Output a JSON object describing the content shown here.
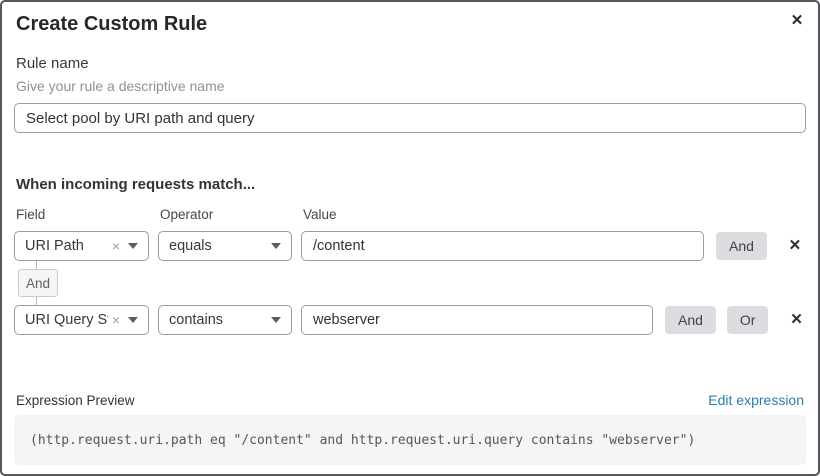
{
  "dialog": {
    "title": "Create Custom Rule",
    "close_glyph": "✕"
  },
  "rule_name": {
    "label": "Rule name",
    "description": "Give your rule a descriptive name",
    "value": "Select pool by URI path and query"
  },
  "match": {
    "heading": "When incoming requests match...",
    "columns": {
      "field": "Field",
      "operator": "Operator",
      "value": "Value"
    },
    "connector_label": "And",
    "conditions": [
      {
        "field": "URI Path",
        "clear_glyph": "×",
        "operator": "equals",
        "value": "/content",
        "and_label": "And",
        "delete_glyph": "✕"
      },
      {
        "field": "URI Query St...",
        "clear_glyph": "×",
        "operator": "contains",
        "value": "webserver",
        "and_label": "And",
        "or_label": "Or",
        "delete_glyph": "✕"
      }
    ]
  },
  "expression": {
    "label": "Expression Preview",
    "edit_link": "Edit expression",
    "code": "(http.request.uri.path eq \"/content\" and http.request.uri.query contains \"webserver\")"
  },
  "colors": {
    "dialog_border": "#55575a",
    "input_border": "#9a9ea5",
    "logic_button_bg": "#dbdde0",
    "connector_bg": "#f5f5f6",
    "code_bg": "#f5f5f6",
    "link_blue": "#2c7cb0"
  }
}
